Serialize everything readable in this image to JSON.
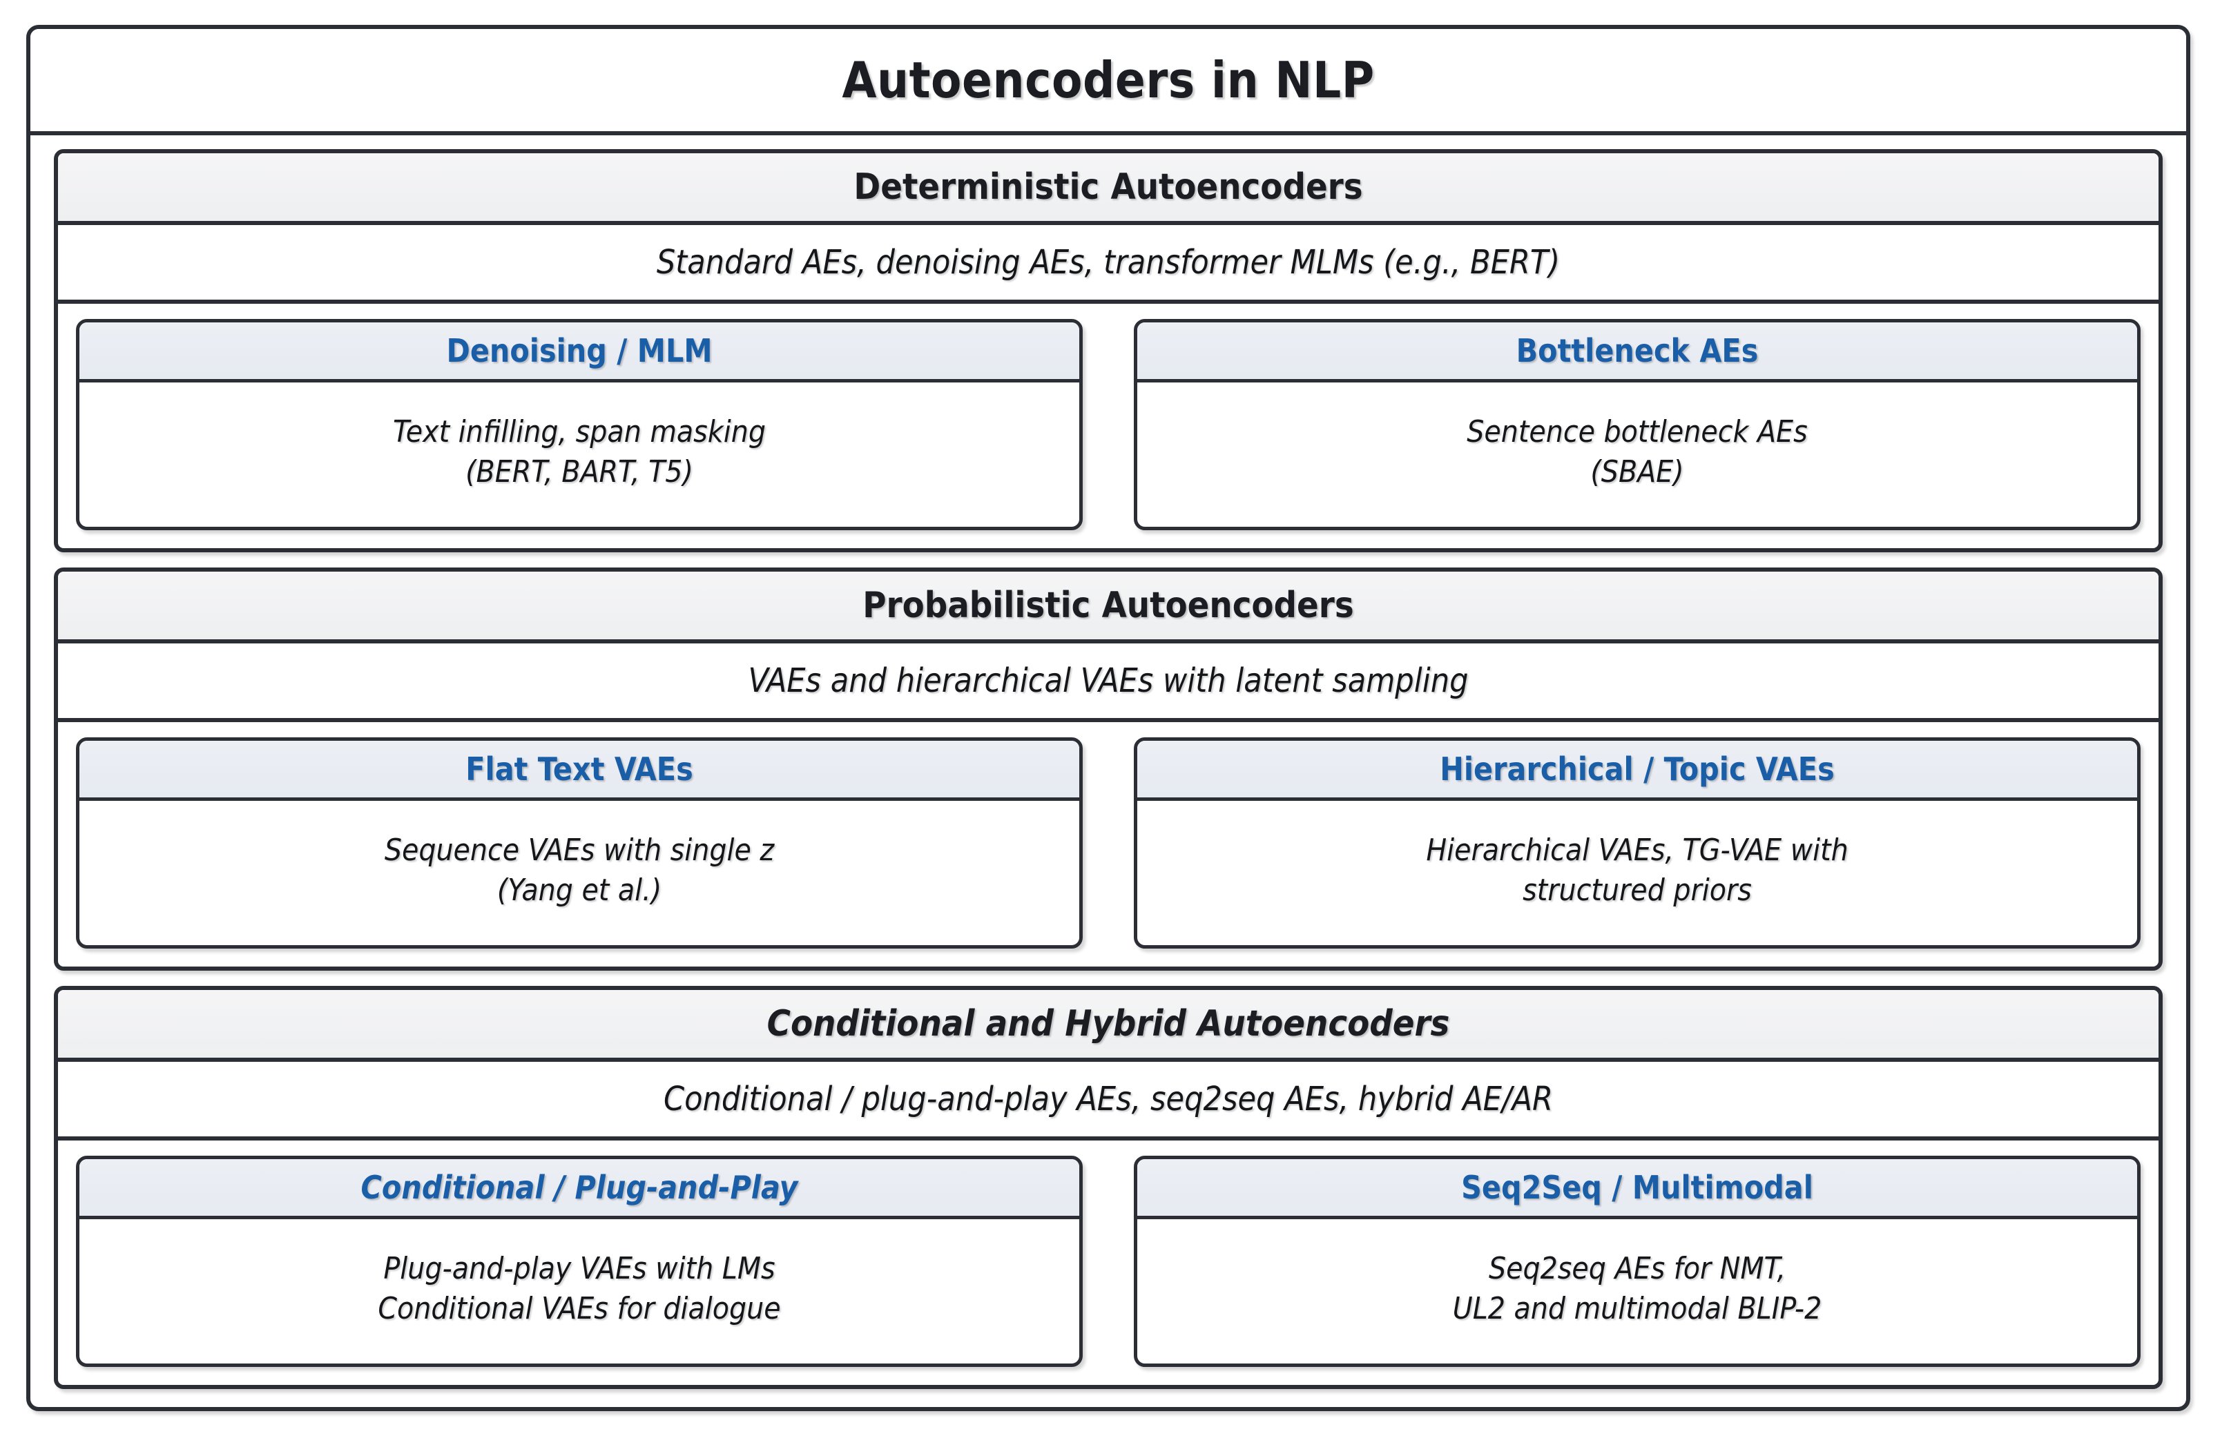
{
  "title": "Autoencoders in NLP",
  "colors": {
    "border": "#2b2e35",
    "title_text": "#1c1d22",
    "subcard_accent": "#1a5ea8",
    "section_header_bg": "#f0f1f2",
    "subcard_header_bg": "#e8ecf2",
    "page_bg": "#ffffff"
  },
  "sections": [
    {
      "header": "Deterministic Autoencoders",
      "header_italic": false,
      "summary": "Standard AEs, denoising AEs, transformer MLMs (e.g., BERT)",
      "cards": [
        {
          "header": "Denoising / MLM",
          "header_italic": false,
          "line1": "Text infilling, span masking",
          "line2": "(BERT, BART, T5)"
        },
        {
          "header": "Bottleneck AEs",
          "header_italic": false,
          "line1": "Sentence bottleneck AEs",
          "line2": "(SBAE)"
        }
      ]
    },
    {
      "header": "Probabilistic Autoencoders",
      "header_italic": false,
      "summary": "VAEs and hierarchical VAEs with latent sampling",
      "cards": [
        {
          "header": "Flat Text VAEs",
          "header_italic": false,
          "line1": "Sequence VAEs with single z",
          "line2": "(Yang et al.)"
        },
        {
          "header": "Hierarchical / Topic VAEs",
          "header_italic": false,
          "line1": "Hierarchical VAEs, TG-VAE with",
          "line2": "structured priors"
        }
      ]
    },
    {
      "header": "Conditional and Hybrid Autoencoders",
      "header_italic": true,
      "summary": "Conditional / plug-and-play AEs, seq2seq AEs, hybrid AE/AR",
      "cards": [
        {
          "header": "Conditional / Plug-and-Play",
          "header_italic": true,
          "line1": "Plug-and-play VAEs with LMs",
          "line2": "Conditional VAEs for dialogue"
        },
        {
          "header": "Seq2Seq / Multimodal",
          "header_italic": false,
          "line1": "Seq2seq AEs for NMT,",
          "line2": "UL2 and multimodal BLIP-2"
        }
      ]
    }
  ]
}
